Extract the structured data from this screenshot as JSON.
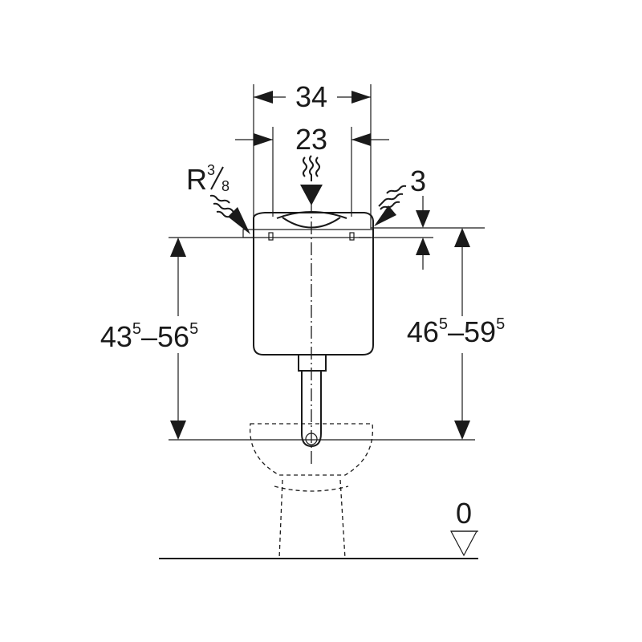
{
  "labels": {
    "width_outer": "34",
    "width_inner": "23",
    "thread_base": "R",
    "thread_num": "3",
    "thread_den": "8",
    "gap": "3",
    "height_left_main1": "43",
    "height_left_sup1": "5",
    "height_left_dash": "–",
    "height_left_main2": "56",
    "height_left_sup2": "5",
    "height_right_main1": "46",
    "height_right_sup1": "5",
    "height_right_dash": "–",
    "height_right_main2": "59",
    "height_right_sup2": "5",
    "floor_level": "0"
  },
  "colors": {
    "line": "#1a1a1a",
    "background": "#ffffff"
  },
  "icons": [
    "water-inlet-wavy-arrow-icon",
    "floor-level-triangle-icon"
  ]
}
